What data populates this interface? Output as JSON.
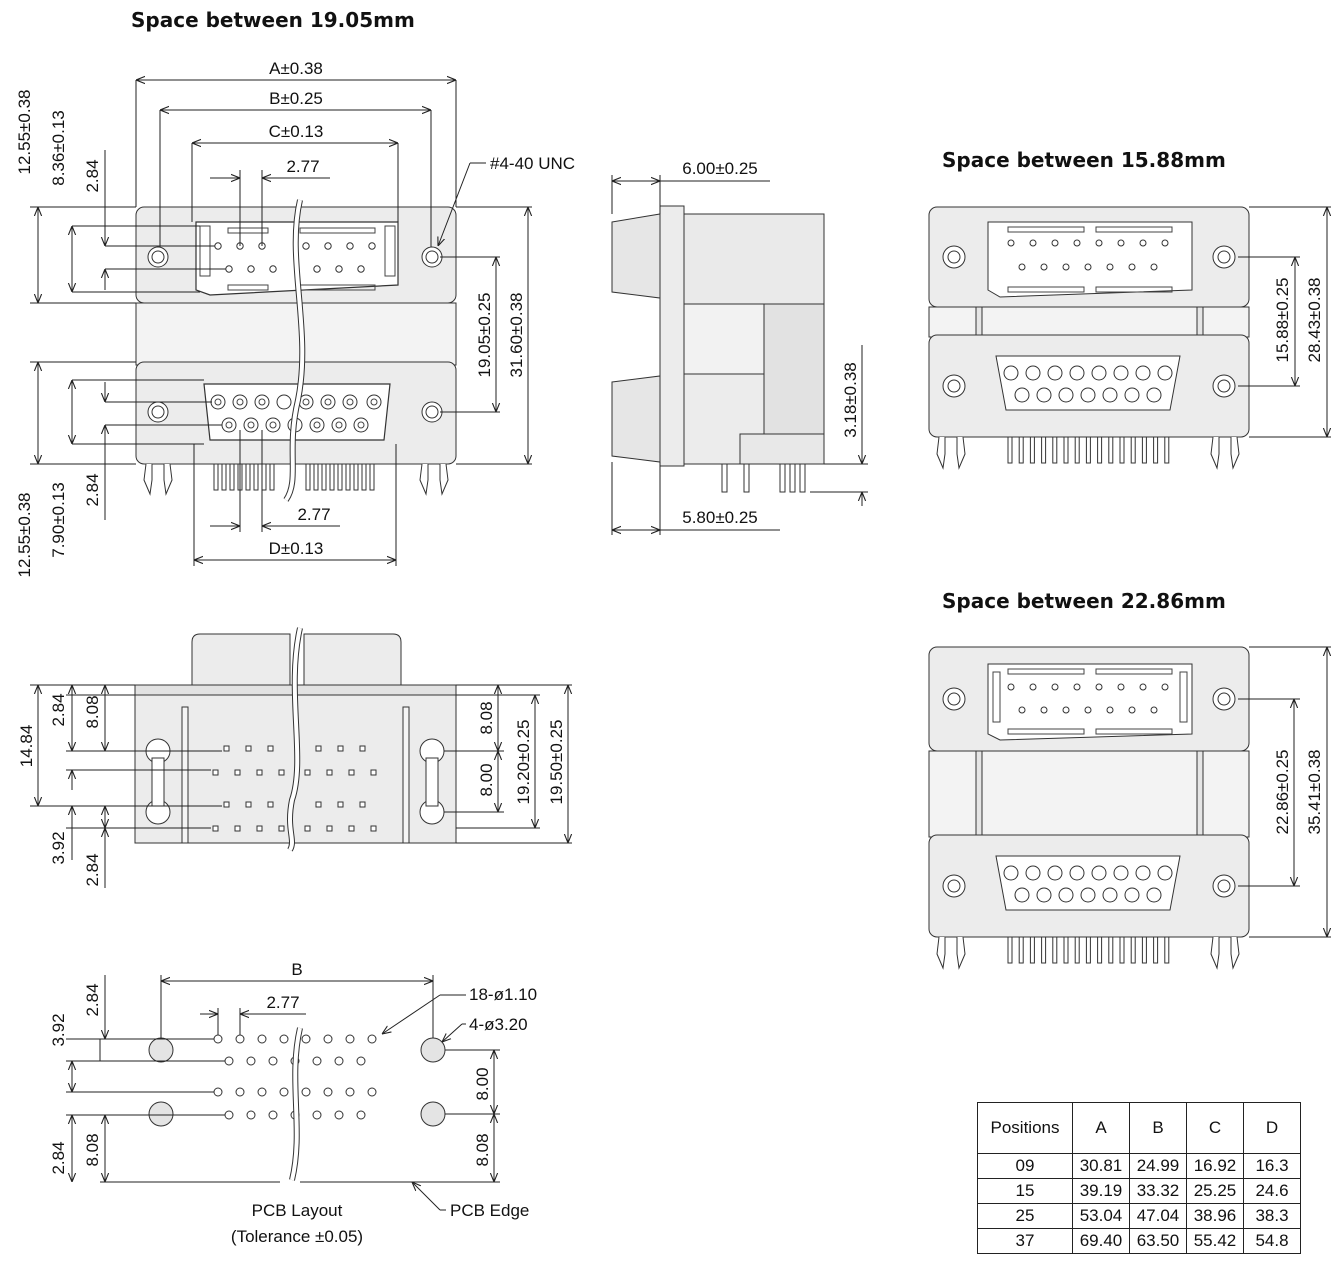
{
  "titles": {
    "main": "Space between 19.05mm",
    "t1588": "Space between 15.88mm",
    "t2286": "Space between 22.86mm"
  },
  "front_view": {
    "dim_a": "A±0.38",
    "dim_b": "B±0.25",
    "dim_c": "C±0.13",
    "dim_d": "D±0.13",
    "pitch_top": "2.77",
    "pitch_bottom": "2.77",
    "screw": "#4-40 UNC",
    "left_top_outer": "12.55±0.38",
    "left_top_mid": "8.36±0.13",
    "left_top_inner": "2.84",
    "left_bot_outer": "12.55±0.38",
    "left_bot_mid": "7.90±0.13",
    "left_bot_inner": "2.84",
    "right_space": "19.05±0.25",
    "right_total": "31.60±0.38"
  },
  "side_view": {
    "top": "6.00±0.25",
    "bottom": "5.80±0.25",
    "pin": "3.18±0.38"
  },
  "bottom_view": {
    "left_outer": "14.84",
    "left_top": "2.84",
    "left_mid": "8.08",
    "left_gap": "3.92",
    "left_bot": "2.84",
    "right_top": "8.08",
    "right_mid": "8.00",
    "right_a": "19.20±0.25",
    "right_b": "19.50±0.25"
  },
  "pcb_layout": {
    "dim_b": "B",
    "pitch": "2.77",
    "holes_small": "18-ø1.10",
    "holes_large": "4-ø3.20",
    "left_top": "2.84",
    "left_gap": "3.92",
    "left_bot1": "2.84",
    "left_bot2": "8.08",
    "right_mid": "8.00",
    "right_bot": "8.08",
    "caption_1": "PCB Layout",
    "caption_2": "(Tolerance ±0.05)",
    "edge": "PCB Edge"
  },
  "view_1588": {
    "space": "15.88±0.25",
    "total": "28.43±0.38"
  },
  "view_2286": {
    "space": "22.86±0.25",
    "total": "35.41±0.38"
  },
  "table": {
    "headers": [
      "Positions",
      "A",
      "B",
      "C",
      "D"
    ],
    "rows": [
      [
        "09",
        "30.81",
        "24.99",
        "16.92",
        "16.3"
      ],
      [
        "15",
        "39.19",
        "33.32",
        "25.25",
        "24.6"
      ],
      [
        "25",
        "53.04",
        "47.04",
        "38.96",
        "38.3"
      ],
      [
        "37",
        "69.40",
        "63.50",
        "55.42",
        "54.8"
      ]
    ]
  }
}
